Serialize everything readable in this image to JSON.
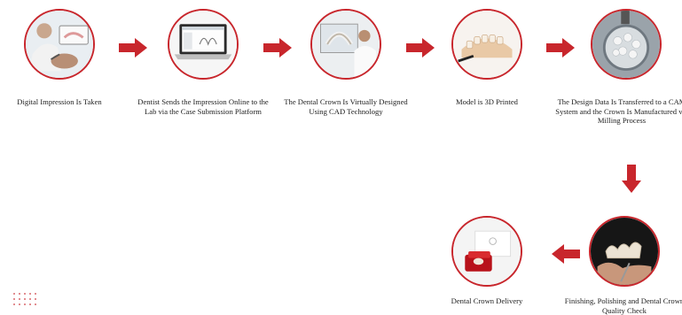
{
  "accent_color": "#c8262c",
  "steps": [
    {
      "label": "Digital Impression Is Taken",
      "image": "dentist-scanning-patient-image"
    },
    {
      "label": "Dentist Sends the Impression Online to the Lab via the Case Submission Platform",
      "image": "laptop-software-image"
    },
    {
      "label": "The Dental Crown Is Virtually Designed Using CAD Technology",
      "image": "cad-design-monitor-image"
    },
    {
      "label": "Model is 3D Printed",
      "image": "printed-dental-model-image"
    },
    {
      "label": "The Design Data Is Transferred to a CAM System and the Crown Is Manufactured via Milling Process",
      "image": "milling-disc-image"
    },
    {
      "label": "Finishing, Polishing and Dental Crown Quality Check",
      "image": "crowns-in-hand-image"
    },
    {
      "label": "Dental Crown Delivery",
      "image": "crown-gift-box-image"
    }
  ],
  "arrows": [
    {
      "direction": "right",
      "icon": "arrow-right-icon"
    },
    {
      "direction": "right",
      "icon": "arrow-right-icon"
    },
    {
      "direction": "right",
      "icon": "arrow-right-icon"
    },
    {
      "direction": "right",
      "icon": "arrow-right-icon"
    },
    {
      "direction": "down",
      "icon": "arrow-down-icon"
    },
    {
      "direction": "left",
      "icon": "arrow-left-icon"
    }
  ]
}
